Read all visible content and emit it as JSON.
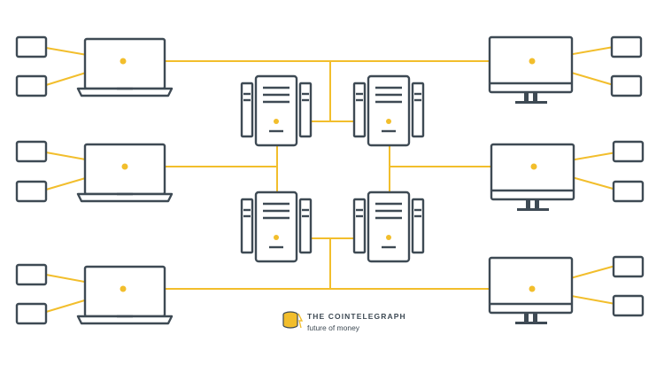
{
  "colors": {
    "wire": "#F2BE2C",
    "device": "#3E4A54",
    "background": "#ffffff"
  },
  "diagram": {
    "laptops": [
      "laptop",
      "laptop",
      "laptop"
    ],
    "monitors": [
      "desktop-monitor",
      "desktop-monitor",
      "desktop-monitor"
    ],
    "servers": [
      "server-rack",
      "server-rack",
      "server-rack",
      "server-rack"
    ],
    "peripherals_per_client": 2
  },
  "logo": {
    "icon": "coin-stack-icon",
    "title": "THE COINTELEGRAPH",
    "tagline": "future of money"
  }
}
